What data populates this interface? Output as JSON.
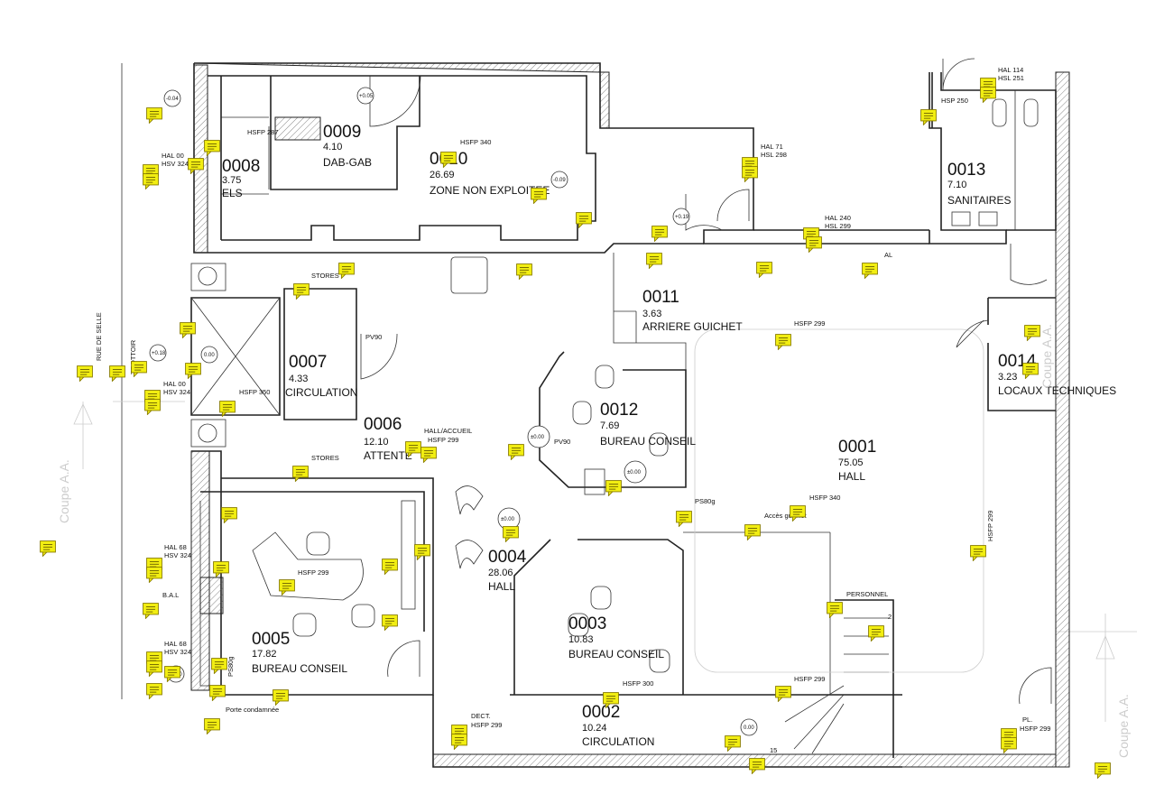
{
  "rooms": [
    {
      "code": "0008",
      "area": "3.75",
      "name": "ELS"
    },
    {
      "code": "0009",
      "area": "4.10",
      "name": "DAB-GAB"
    },
    {
      "code": "0010",
      "area": "26.69",
      "name": "ZONE NON EXPLOITEE"
    },
    {
      "code": "0013",
      "area": "7.10",
      "name": "SANITAIRES"
    },
    {
      "code": "0011",
      "area": "3.63",
      "name": "ARRIERE GUICHET"
    },
    {
      "code": "0007",
      "area": "4.33",
      "name": "CIRCULATION"
    },
    {
      "code": "0014",
      "area": "3.23",
      "name": "LOCAUX TECHNIQUES"
    },
    {
      "code": "0006",
      "area": "12.10",
      "name": "ATTENTE"
    },
    {
      "code": "0012",
      "area": "7.69",
      "name": "BUREAU CONSEIL"
    },
    {
      "code": "0001",
      "area": "75.05",
      "name": "HALL"
    },
    {
      "code": "0004",
      "area": "28.06",
      "name": "HALL"
    },
    {
      "code": "0005",
      "area": "17.82",
      "name": "BUREAU CONSEIL"
    },
    {
      "code": "0003",
      "area": "10.83",
      "name": "BUREAU CONSEIL"
    },
    {
      "code": "0002",
      "area": "10.24",
      "name": "CIRCULATION"
    }
  ],
  "annotations": [
    "HSFP 287",
    "HAL 00",
    "HSV 324",
    "HSFP 340",
    "HAL 71",
    "HSL 298",
    "HAL 114",
    "HSL 251",
    "HSP 250",
    "HAL 240",
    "HSL 299",
    "STORES",
    "HSFP 299",
    "HAL 00",
    "HSV 324",
    "HSFP 350",
    "PV90",
    "HALL/ACCUEIL",
    "HSFP 299",
    "STORES",
    "PV90",
    "HSFP 340",
    "PS80g",
    "Accès guichet",
    "HAL 68",
    "HSV 324",
    "B.A.L",
    "HSFP 299",
    "HAL 68",
    "HSV 324",
    "PERSONNEL",
    "HSFP 300",
    "HSFP 299",
    "DECT.",
    "HSFP 299",
    "Porte condamnée",
    "PL.",
    "HSFP 299",
    "HSFP 299",
    "PS80g",
    "15",
    "2",
    "RUE DE SELLE",
    "TROTTOIR",
    "AL"
  ],
  "levels": [
    "-0.04",
    "+0.05",
    "-0.09",
    "+0.19",
    "+0.18",
    "0.00",
    "±0.00",
    "±0.00",
    "±0.00",
    "-0.10",
    "0.00"
  ],
  "section_labels": [
    "Coupe A.A.",
    "Coupe A.A.",
    "Coupe A.A."
  ],
  "colors": {
    "note": "#f2ee12",
    "wall": "#222222",
    "faint": "#cccccc"
  }
}
